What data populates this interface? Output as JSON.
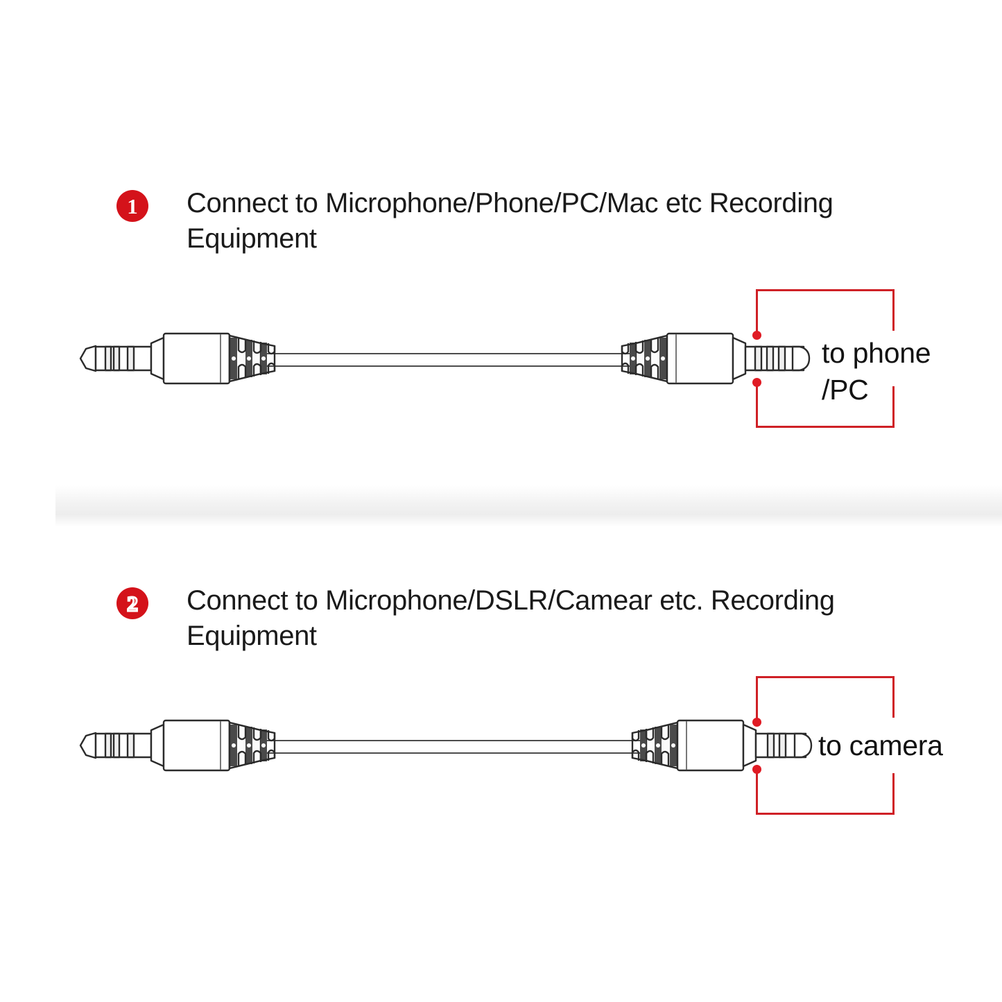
{
  "page": {
    "background_color": "#ffffff",
    "accent_color": "#d4121a",
    "callout_color": "#cf2026",
    "line_color": "#4c4c4c"
  },
  "sections": [
    {
      "badge": "1",
      "caption": "Connect to Microphone/Phone/PC/Mac etc Recording Equipment",
      "callout_label": "to phone\n/PC",
      "left_plug": "trs-3.5mm-plug-icon",
      "right_plug": "trrs-3.5mm-plug-icon"
    },
    {
      "badge": "2",
      "caption": "Connect to Microphone/DSLR/Camear etc. Recording Equipment",
      "callout_label": "to camera",
      "left_plug": "trs-3.5mm-plug-icon",
      "right_plug": "trs-3.5mm-plug-icon"
    }
  ]
}
